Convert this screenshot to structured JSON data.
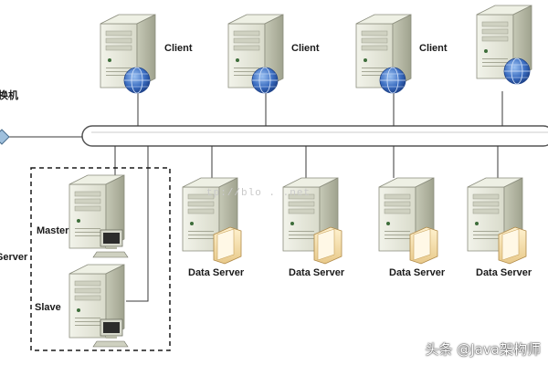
{
  "labels": {
    "client": "Client",
    "data_server": "Data Server",
    "master": "Master",
    "slave": "Slave",
    "server_partial": "Server",
    "switch_partial": "换机"
  },
  "watermark": "tp://blo    .  .net",
  "attribution": "头条 @Java架构师",
  "icons": [
    "server-tower-icon",
    "globe-icon",
    "monitor-icon",
    "folder-icon",
    "network-switch-icon"
  ],
  "colors": {
    "server_face": "#e4e6d8",
    "server_side": "#b9bca8",
    "globe": "#2c57a8",
    "bus": "#ffffff",
    "line": "#3a3a3a",
    "dash": "#1a1a1a"
  }
}
